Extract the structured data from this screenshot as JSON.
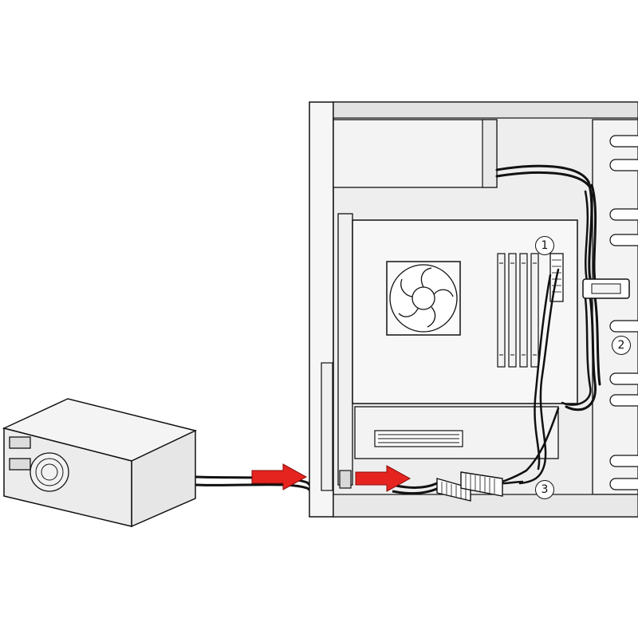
{
  "callouts": [
    {
      "label": "1"
    },
    {
      "label": "2"
    },
    {
      "label": "3"
    }
  ],
  "colors": {
    "line": "#111111",
    "case_fill": "#e4e4e4",
    "psu_fill": "#ececec",
    "arrow": "#e52420",
    "cable": "#111111"
  },
  "icons": [
    "power-supply-unit",
    "computer-case",
    "motherboard",
    "cpu-fan",
    "ram-slots",
    "power-cable",
    "direction-arrow"
  ]
}
